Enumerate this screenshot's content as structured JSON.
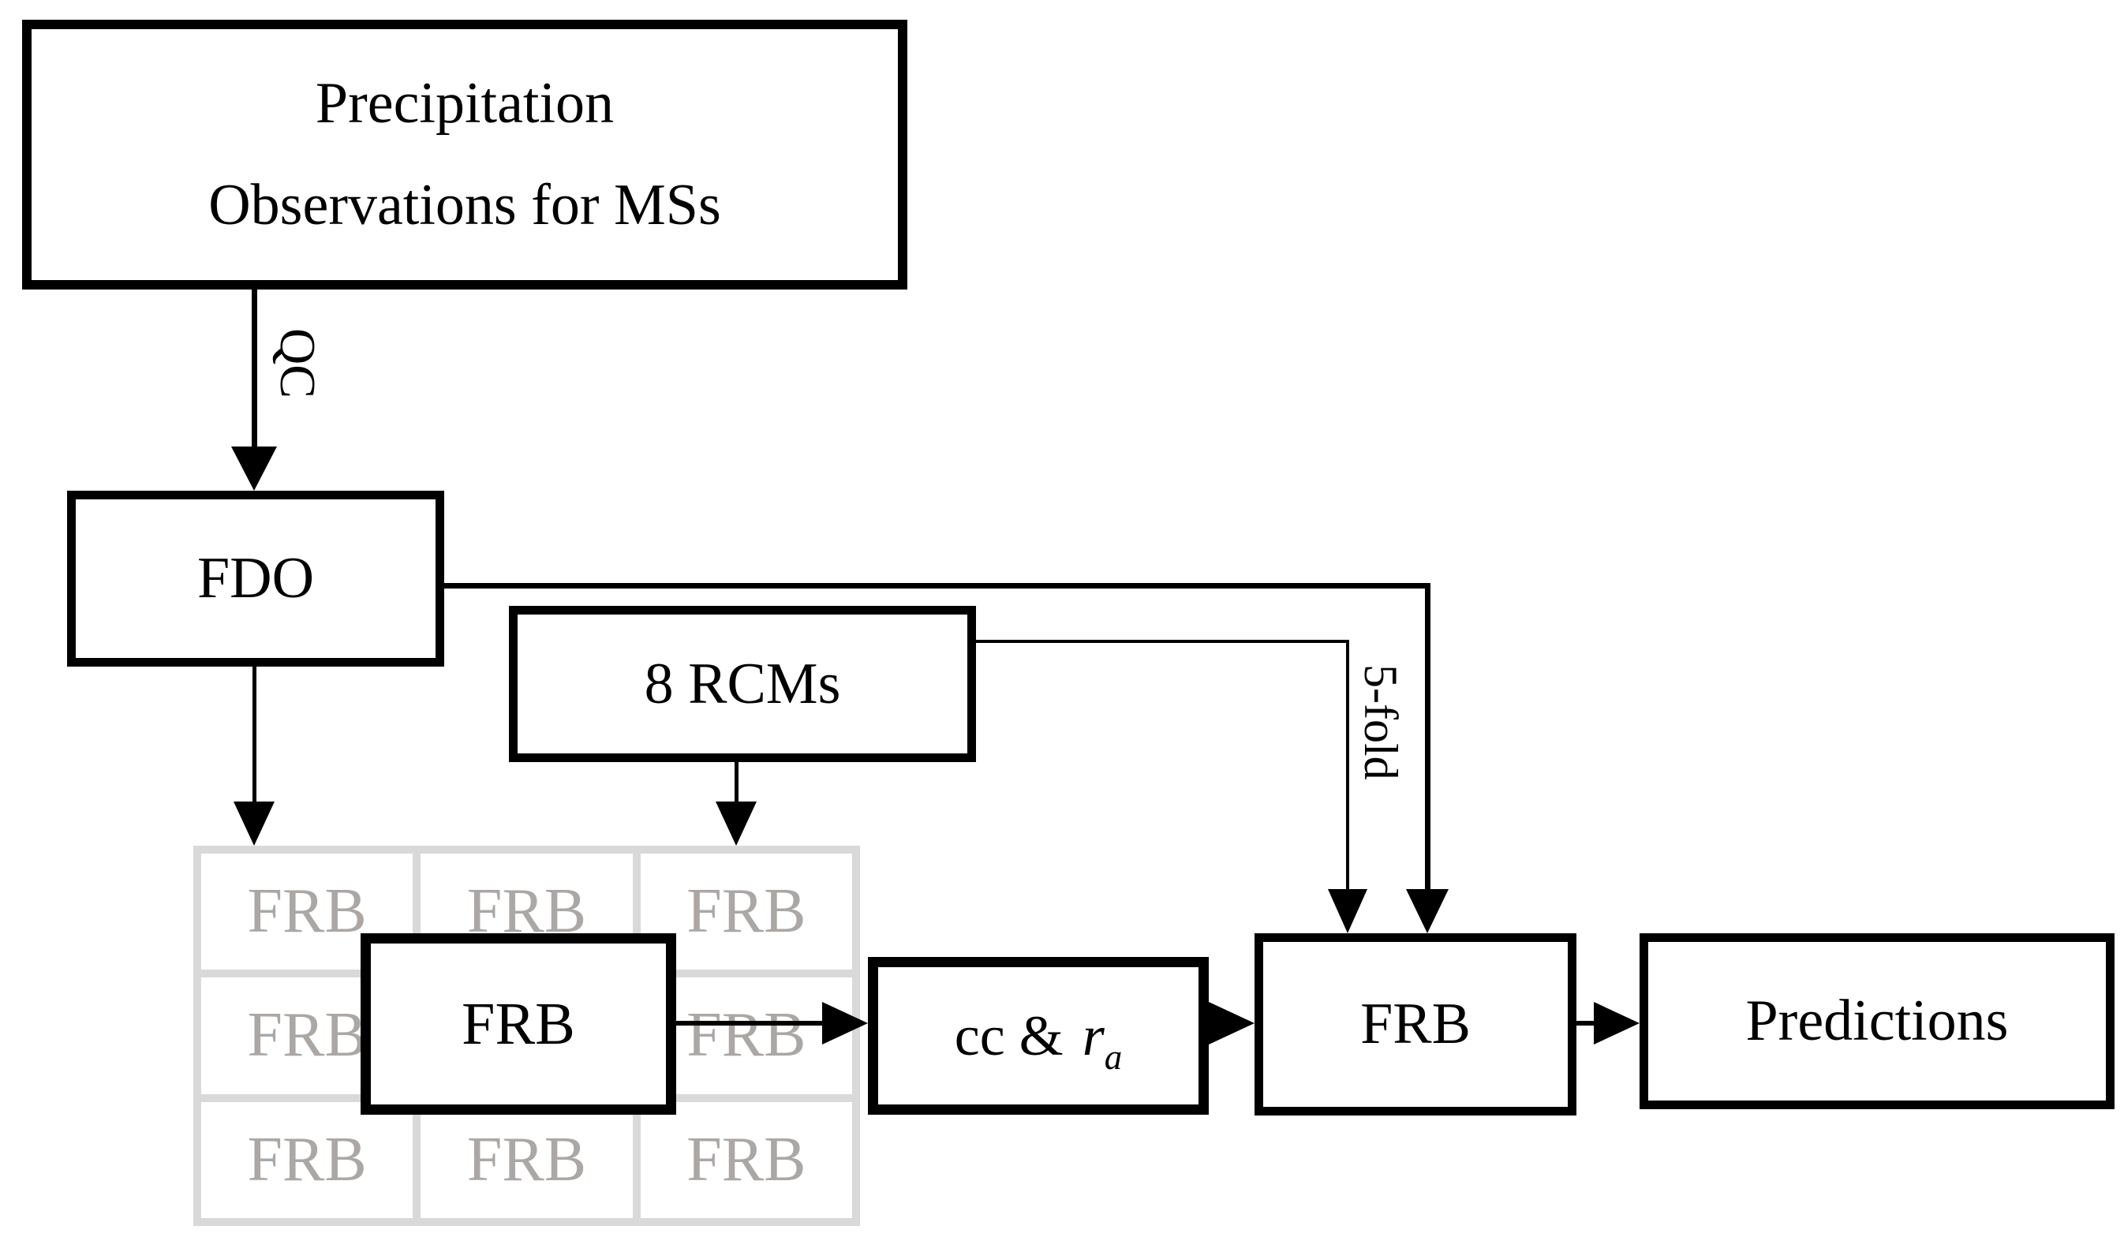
{
  "diagram": {
    "top_box": {
      "line1": "Precipitation",
      "line2": "Observations for MSs"
    },
    "qc_label": "QC",
    "fdo_box": "FDO",
    "rcms_box": "8 RCMs",
    "five_fold_label": "5-fold",
    "grid": {
      "cells": [
        "FRB",
        "FRB",
        "FRB",
        "FRB",
        "FRB",
        "FRB",
        "FRB",
        "FRB",
        "FRB"
      ]
    },
    "frb_main_box": "FRB",
    "ccra_box": {
      "prefix": "cc & ",
      "variable": "r",
      "subscript": "a"
    },
    "frb_cv_box": "FRB",
    "predictions_box": "Predictions",
    "colors": {
      "box_border": "#000000",
      "grid_line": "#d9d9d9",
      "grid_text": "#aba7a4",
      "background": "#ffffff"
    }
  }
}
